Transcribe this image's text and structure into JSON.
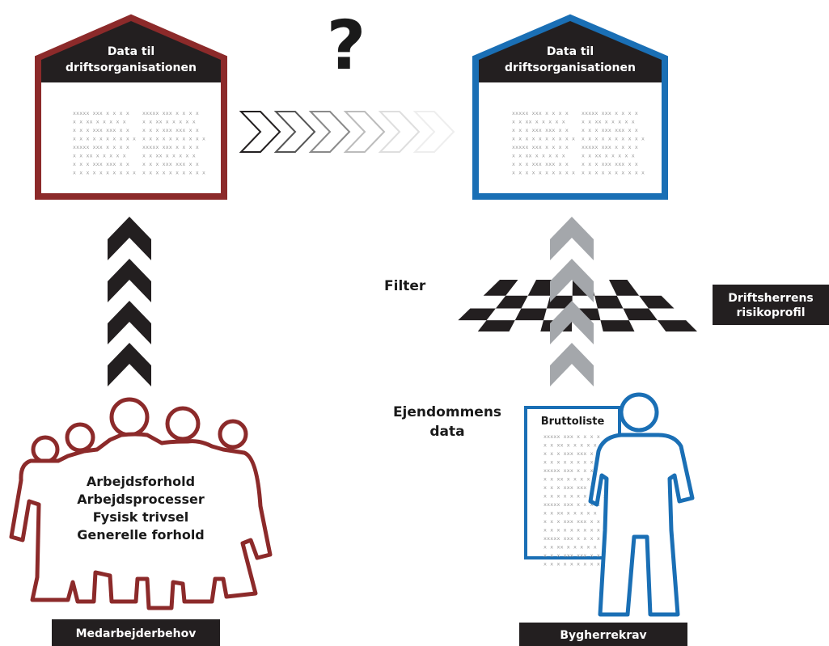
{
  "left_house": {
    "title_lines": [
      "Data til",
      "driftsorganisationen"
    ],
    "color": "#8c2a2a"
  },
  "right_house": {
    "title_lines": [
      "Data til",
      "driftsorganisationen"
    ],
    "color": "#1a6fb5"
  },
  "question_mark": "?",
  "filler_text": {
    "lines": [
      "xxxxx xxx x x x x",
      "x x   xx x x x x x",
      "x x x xxx xxx  x x",
      "x x x x x x x x x x",
      "xxxxx xxx x x x x",
      "x x   xx x x x x x",
      "x x x xxx xxx  x x",
      "x x x x x x x x x x"
    ]
  },
  "filter_label": "Filter",
  "risk_profile": {
    "lines": [
      "Driftsherrens",
      "risikoprofil"
    ]
  },
  "property_data": {
    "lines": [
      "Ejendommens",
      "data"
    ]
  },
  "gross_list": {
    "title": "Bruttoliste"
  },
  "employee_needs": {
    "items": [
      "Arbejdsforhold",
      "Arbejdsprocesser",
      "Fysisk trivsel",
      "Generelle forhold"
    ],
    "caption": "Medarbejderbehov"
  },
  "client_requirements": {
    "caption": "Bygherrekrav"
  },
  "colors": {
    "dark": "#231f20",
    "red": "#8c2a2a",
    "blue": "#1a6fb5",
    "gray_arrow": "#a4a7ab"
  }
}
